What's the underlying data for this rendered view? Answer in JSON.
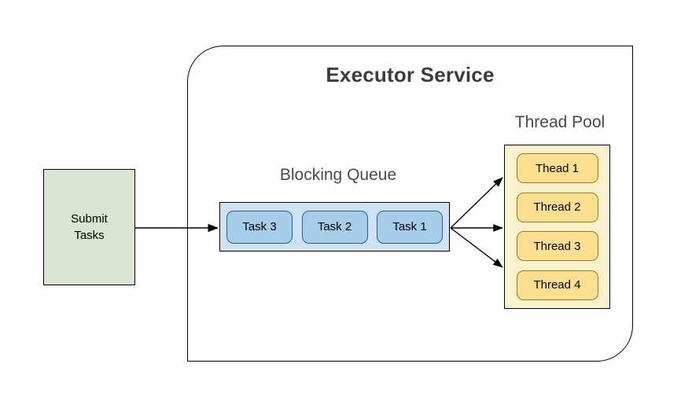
{
  "diagram": {
    "title": "Executor Service",
    "background_color": "#ffffff",
    "border_color": "#000000"
  },
  "submit": {
    "label": "Submit\nTasks",
    "fill_color": "#d9e7d2"
  },
  "queue": {
    "title": "Blocking Queue",
    "fill_color": "#cfe3f5",
    "task_fill_color": "#a6cde9",
    "tasks": [
      {
        "label": "Task 3"
      },
      {
        "label": "Task 2"
      },
      {
        "label": "Task 1"
      }
    ]
  },
  "pool": {
    "title": "Thread Pool",
    "fill_color": "#faf1cd",
    "thread_fill_color": "#fce08f",
    "threads": [
      {
        "label": "Thead 1"
      },
      {
        "label": "Thread 2"
      },
      {
        "label": "Thread 3"
      },
      {
        "label": "Thread 4"
      }
    ]
  },
  "connectors": {
    "submit_to_queue": "arrow-submit-to-queue",
    "queue_to_thread_top": "arrow-queue-to-thread-top",
    "queue_to_thread_middle": "arrow-queue-to-thread-middle",
    "queue_to_thread_bottom": "arrow-queue-to-thread-bottom"
  }
}
